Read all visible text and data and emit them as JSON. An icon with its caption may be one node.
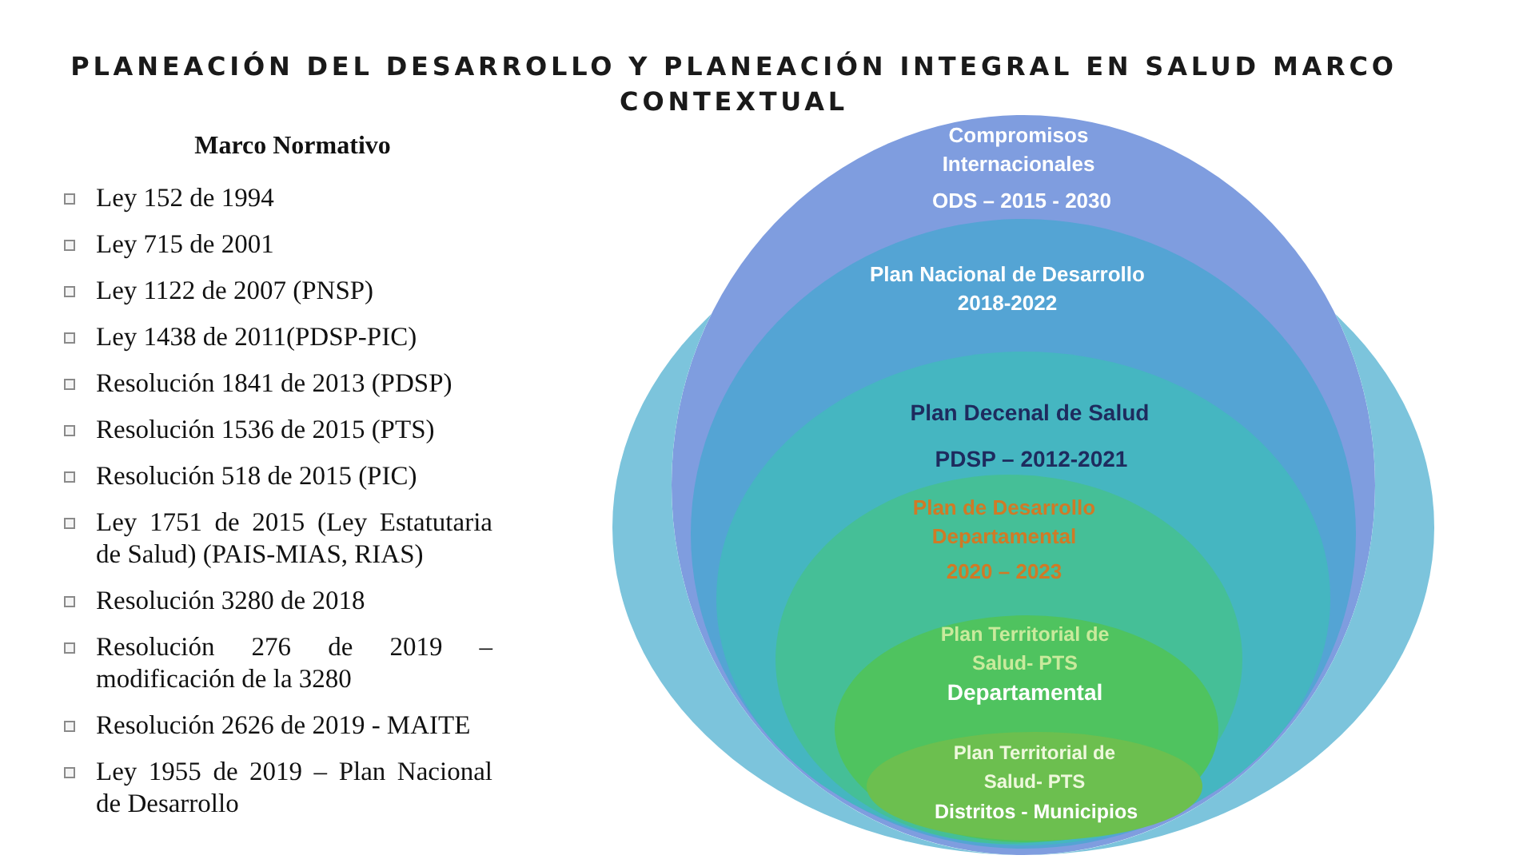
{
  "diagram": {
    "title": "PLANEACIÓN DEL DESARROLLO Y PLANEACIÓN INTEGRAL EN SALUD MARCO CONTEXTUAL",
    "nodes": [
      {
        "text": [],
        "shape": "ellipse"
      },
      {
        "text": [
          "Compromisos Internacionales",
          "ODS – 2015 - 2030"
        ]
      },
      {
        "text": [
          "Plan Nacional de Desarrollo 2018-2022"
        ],
        "in": 1
      },
      {
        "text": [
          "Plan Decenal de Salud",
          "PDSP – 2012-2021"
        ],
        "in": 2
      },
      {
        "text": [
          "Plan de Desarrollo Departamental",
          "2020 – 2023"
        ],
        "in": 3
      },
      {
        "text": [
          "Plan Territorial de Salud- PTS",
          "Departamental"
        ],
        "in": 4
      },
      {
        "text": [
          "Plan Territorial de Salud- PTS",
          "Distritos - Municipios"
        ],
        "in": 5
      }
    ],
    "labels": [
      "Marco Normativo",
      "Ley 152 de 1994",
      "Ley 715 de 2001",
      "Ley 1122 de 2007 (PNSP)",
      "Ley 1438 de 2011(PDSP-PIC)",
      "Resolución 1841 de 2013 (PDSP)",
      "Resolución 1536 de 2015 (PTS)",
      "Resolución 518 de 2015 (PIC)",
      "Ley 1751 de 2015 (Ley Estatutaria de Salud) (PAIS-MIAS, RIAS)",
      "Resolución 3280 de 2018",
      "Resolución 276 de 2019 – modificación de la 3280",
      "Resolución 2626 de 2019 - MAITE",
      "Ley 1955 de 2019 – Plan Nacional de Desarrollo"
    ]
  }
}
